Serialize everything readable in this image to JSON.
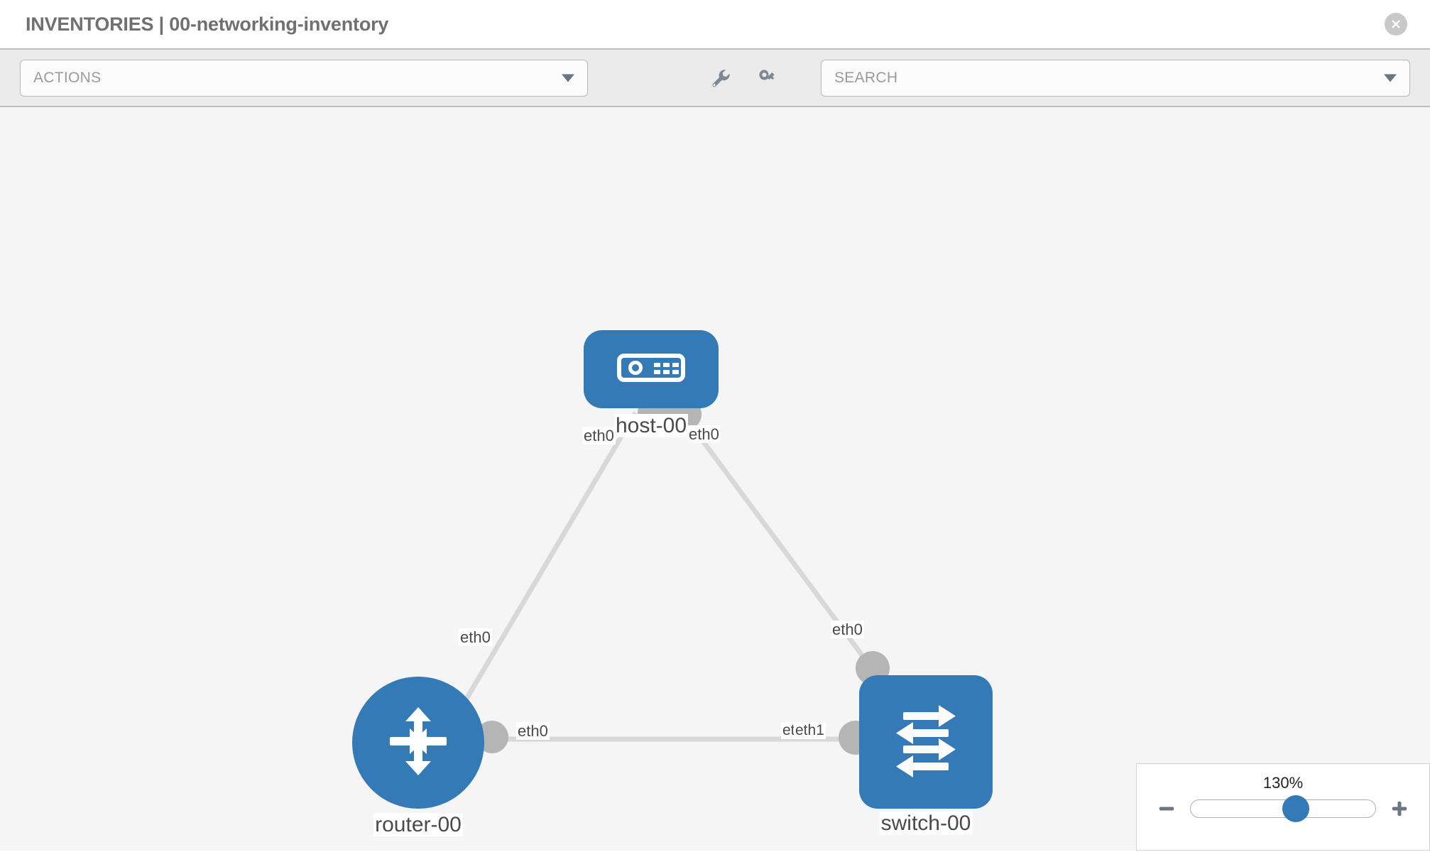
{
  "header": {
    "title": "INVENTORIES | 00-networking-inventory",
    "close_icon": "close-circle-icon"
  },
  "toolbar": {
    "actions_label": "ACTIONS",
    "actions_caret_icon": "chevron-down-icon",
    "wrench_icon": "wrench-icon",
    "key_icon": "key-icon",
    "search_placeholder": "SEARCH",
    "search_caret_icon": "chevron-down-icon"
  },
  "topology": {
    "nodes": [
      {
        "id": "host-00",
        "label": "host-00",
        "type": "host",
        "icon": "server-icon",
        "shape": "rounded-square"
      },
      {
        "id": "router-00",
        "label": "router-00",
        "type": "router",
        "icon": "router-arrows-icon",
        "shape": "circle"
      },
      {
        "id": "switch-00",
        "label": "switch-00",
        "type": "switch",
        "icon": "switch-arrows-icon",
        "shape": "rounded-square"
      }
    ],
    "links": [
      {
        "from": "host-00",
        "to": "router-00",
        "from_interface": "eth0",
        "to_interface": "eth0"
      },
      {
        "from": "host-00",
        "to": "switch-00",
        "from_interface": "eth0",
        "to_interface": "eth0"
      },
      {
        "from": "router-00",
        "to": "switch-00",
        "from_interface": "eth0",
        "to_interface": "eth1"
      }
    ],
    "interface_labels": {
      "host_left": "eth0",
      "host_right": "eth0",
      "router_upper": "eth0",
      "router_right": "eth0",
      "switch_upper": "eth0",
      "switch_left_hidden": "eth",
      "switch_left": "eth1"
    }
  },
  "zoom_control": {
    "value_label": "130%",
    "minus_icon": "minus-icon",
    "plus_icon": "plus-icon",
    "thumb_icon": "slider-thumb"
  },
  "colors": {
    "node_blue": "#337ab7",
    "canvas_bg": "#f5f5f5",
    "toolbar_bg": "#ebebeb",
    "edge_gray": "#d8d8d8",
    "handle_gray": "#b5b5b5",
    "text_gray": "#707070"
  }
}
